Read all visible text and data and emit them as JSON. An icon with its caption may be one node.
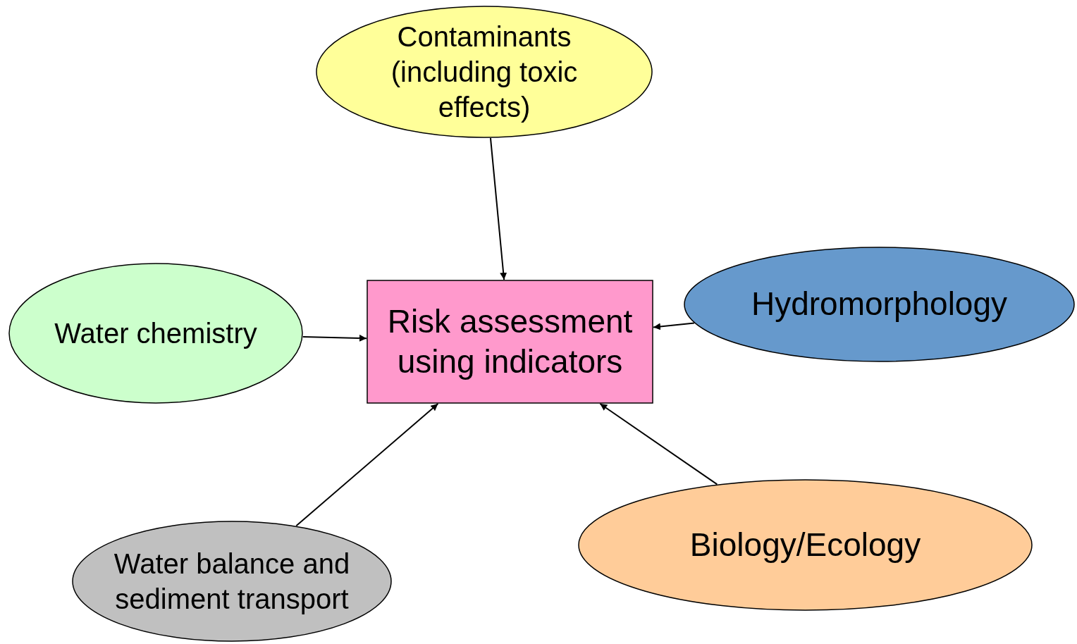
{
  "diagram": {
    "nodes": [
      {
        "text": [
          "Contaminants (including toxic effects)"
        ]
      },
      {
        "text": [
          "Water chemistry"
        ]
      },
      {
        "text": [
          "Risk assessment using indicators"
        ]
      },
      {
        "text": [
          "Hydromorphology"
        ]
      },
      {
        "text": [
          "Water balance and sediment transport"
        ]
      },
      {
        "text": [
          "Biology/Ecology"
        ]
      }
    ],
    "edges": [
      {
        "from": 0,
        "to": 2,
        "arrow": "to"
      },
      {
        "from": 1,
        "to": 2,
        "arrow": "to"
      },
      {
        "from": 3,
        "to": 2,
        "arrow": "to"
      },
      {
        "from": 4,
        "to": 2,
        "arrow": "to"
      },
      {
        "from": 5,
        "to": 2,
        "arrow": "to"
      }
    ]
  }
}
